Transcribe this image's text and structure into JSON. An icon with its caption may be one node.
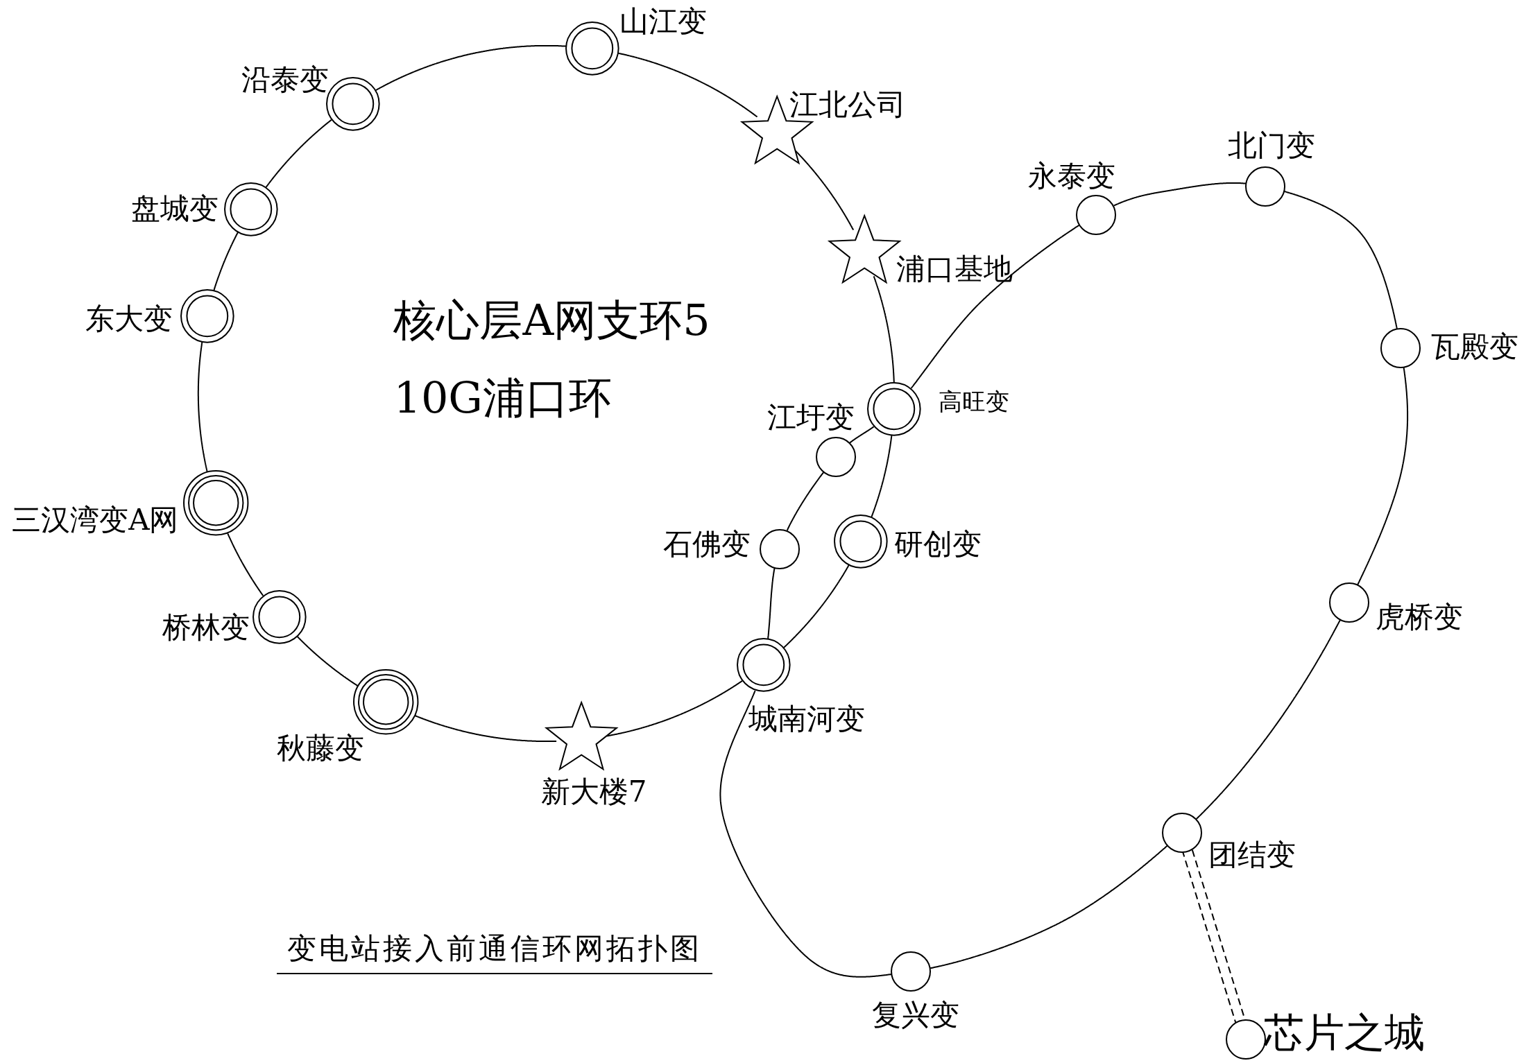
{
  "diagram": {
    "caption": "变电站接入前通信环网拓扑图",
    "nodes": [
      {
        "text": [],
        "shape": "circle",
        "beside": [
          "山江变"
        ]
      },
      {
        "text": [],
        "shape": "star",
        "beside": [
          "江北公司"
        ]
      },
      {
        "text": [],
        "shape": "star",
        "beside": [
          "浦口基地"
        ]
      },
      {
        "text": [],
        "shape": "circle",
        "beside": [
          "高旺变"
        ]
      },
      {
        "text": [],
        "shape": "circle",
        "beside": [
          "研创变"
        ]
      },
      {
        "text": [],
        "shape": "circle",
        "beside": [
          "城南河变"
        ]
      },
      {
        "text": [],
        "shape": "star",
        "beside": [
          "新大楼7"
        ]
      },
      {
        "text": [],
        "shape": "circle",
        "beside": [
          "秋藤变"
        ]
      },
      {
        "text": [],
        "shape": "circle",
        "beside": [
          "桥林变"
        ]
      },
      {
        "text": [],
        "shape": "circle",
        "beside": [
          "三汉湾变A网"
        ]
      },
      {
        "text": [],
        "shape": "circle",
        "beside": [
          "东大变"
        ]
      },
      {
        "text": [],
        "shape": "circle",
        "beside": [
          "盘城变"
        ]
      },
      {
        "text": [],
        "shape": "circle",
        "beside": [
          "沿泰变"
        ]
      },
      {
        "text": [],
        "shape": "circle",
        "beside": [
          "永泰变"
        ]
      },
      {
        "text": [],
        "shape": "circle",
        "beside": [
          "北门变"
        ]
      },
      {
        "text": [],
        "shape": "circle",
        "beside": [
          "瓦殿变"
        ]
      },
      {
        "text": [],
        "shape": "circle",
        "beside": [
          "虎桥变"
        ]
      },
      {
        "text": [],
        "shape": "circle",
        "beside": [
          "团结变"
        ]
      },
      {
        "text": [],
        "shape": "circle",
        "beside": [
          "复兴变"
        ]
      },
      {
        "text": [],
        "shape": "circle",
        "beside": [
          "石佛变"
        ]
      },
      {
        "text": [],
        "shape": "circle",
        "beside": [
          "江圩变"
        ]
      },
      {
        "text": [],
        "shape": "circle",
        "beside": [
          "芯片之城"
        ]
      }
    ],
    "edges": [
      {
        "from": 0,
        "to": 1,
        "arrow": "none"
      },
      {
        "from": 1,
        "to": 2,
        "arrow": "none"
      },
      {
        "from": 2,
        "to": 3,
        "arrow": "none"
      },
      {
        "from": 3,
        "to": 4,
        "arrow": "none"
      },
      {
        "from": 4,
        "to": 5,
        "arrow": "none"
      },
      {
        "from": 5,
        "to": 6,
        "arrow": "none"
      },
      {
        "from": 6,
        "to": 7,
        "arrow": "none"
      },
      {
        "from": 7,
        "to": 8,
        "arrow": "none"
      },
      {
        "from": 8,
        "to": 9,
        "arrow": "none"
      },
      {
        "from": 9,
        "to": 10,
        "arrow": "none"
      },
      {
        "from": 10,
        "to": 11,
        "arrow": "none"
      },
      {
        "from": 11,
        "to": 12,
        "arrow": "none"
      },
      {
        "from": 12,
        "to": 0,
        "arrow": "none"
      },
      {
        "from": 13,
        "to": 14,
        "arrow": "none"
      },
      {
        "from": 14,
        "to": 15,
        "arrow": "none"
      },
      {
        "from": 15,
        "to": 16,
        "arrow": "none"
      },
      {
        "from": 16,
        "to": 17,
        "arrow": "none"
      },
      {
        "from": 17,
        "to": 18,
        "arrow": "none"
      },
      {
        "from": 18,
        "to": 5,
        "arrow": "none"
      },
      {
        "from": 5,
        "to": 19,
        "arrow": "none"
      },
      {
        "from": 19,
        "to": 20,
        "arrow": "none"
      },
      {
        "from": 20,
        "to": 3,
        "arrow": "none"
      },
      {
        "from": 3,
        "to": 13,
        "arrow": "none"
      },
      {
        "from": 17,
        "to": 21,
        "arrow": "none",
        "style": "dashed"
      }
    ],
    "labels": [
      "核心层A网支环5",
      "10G浦口环"
    ]
  }
}
